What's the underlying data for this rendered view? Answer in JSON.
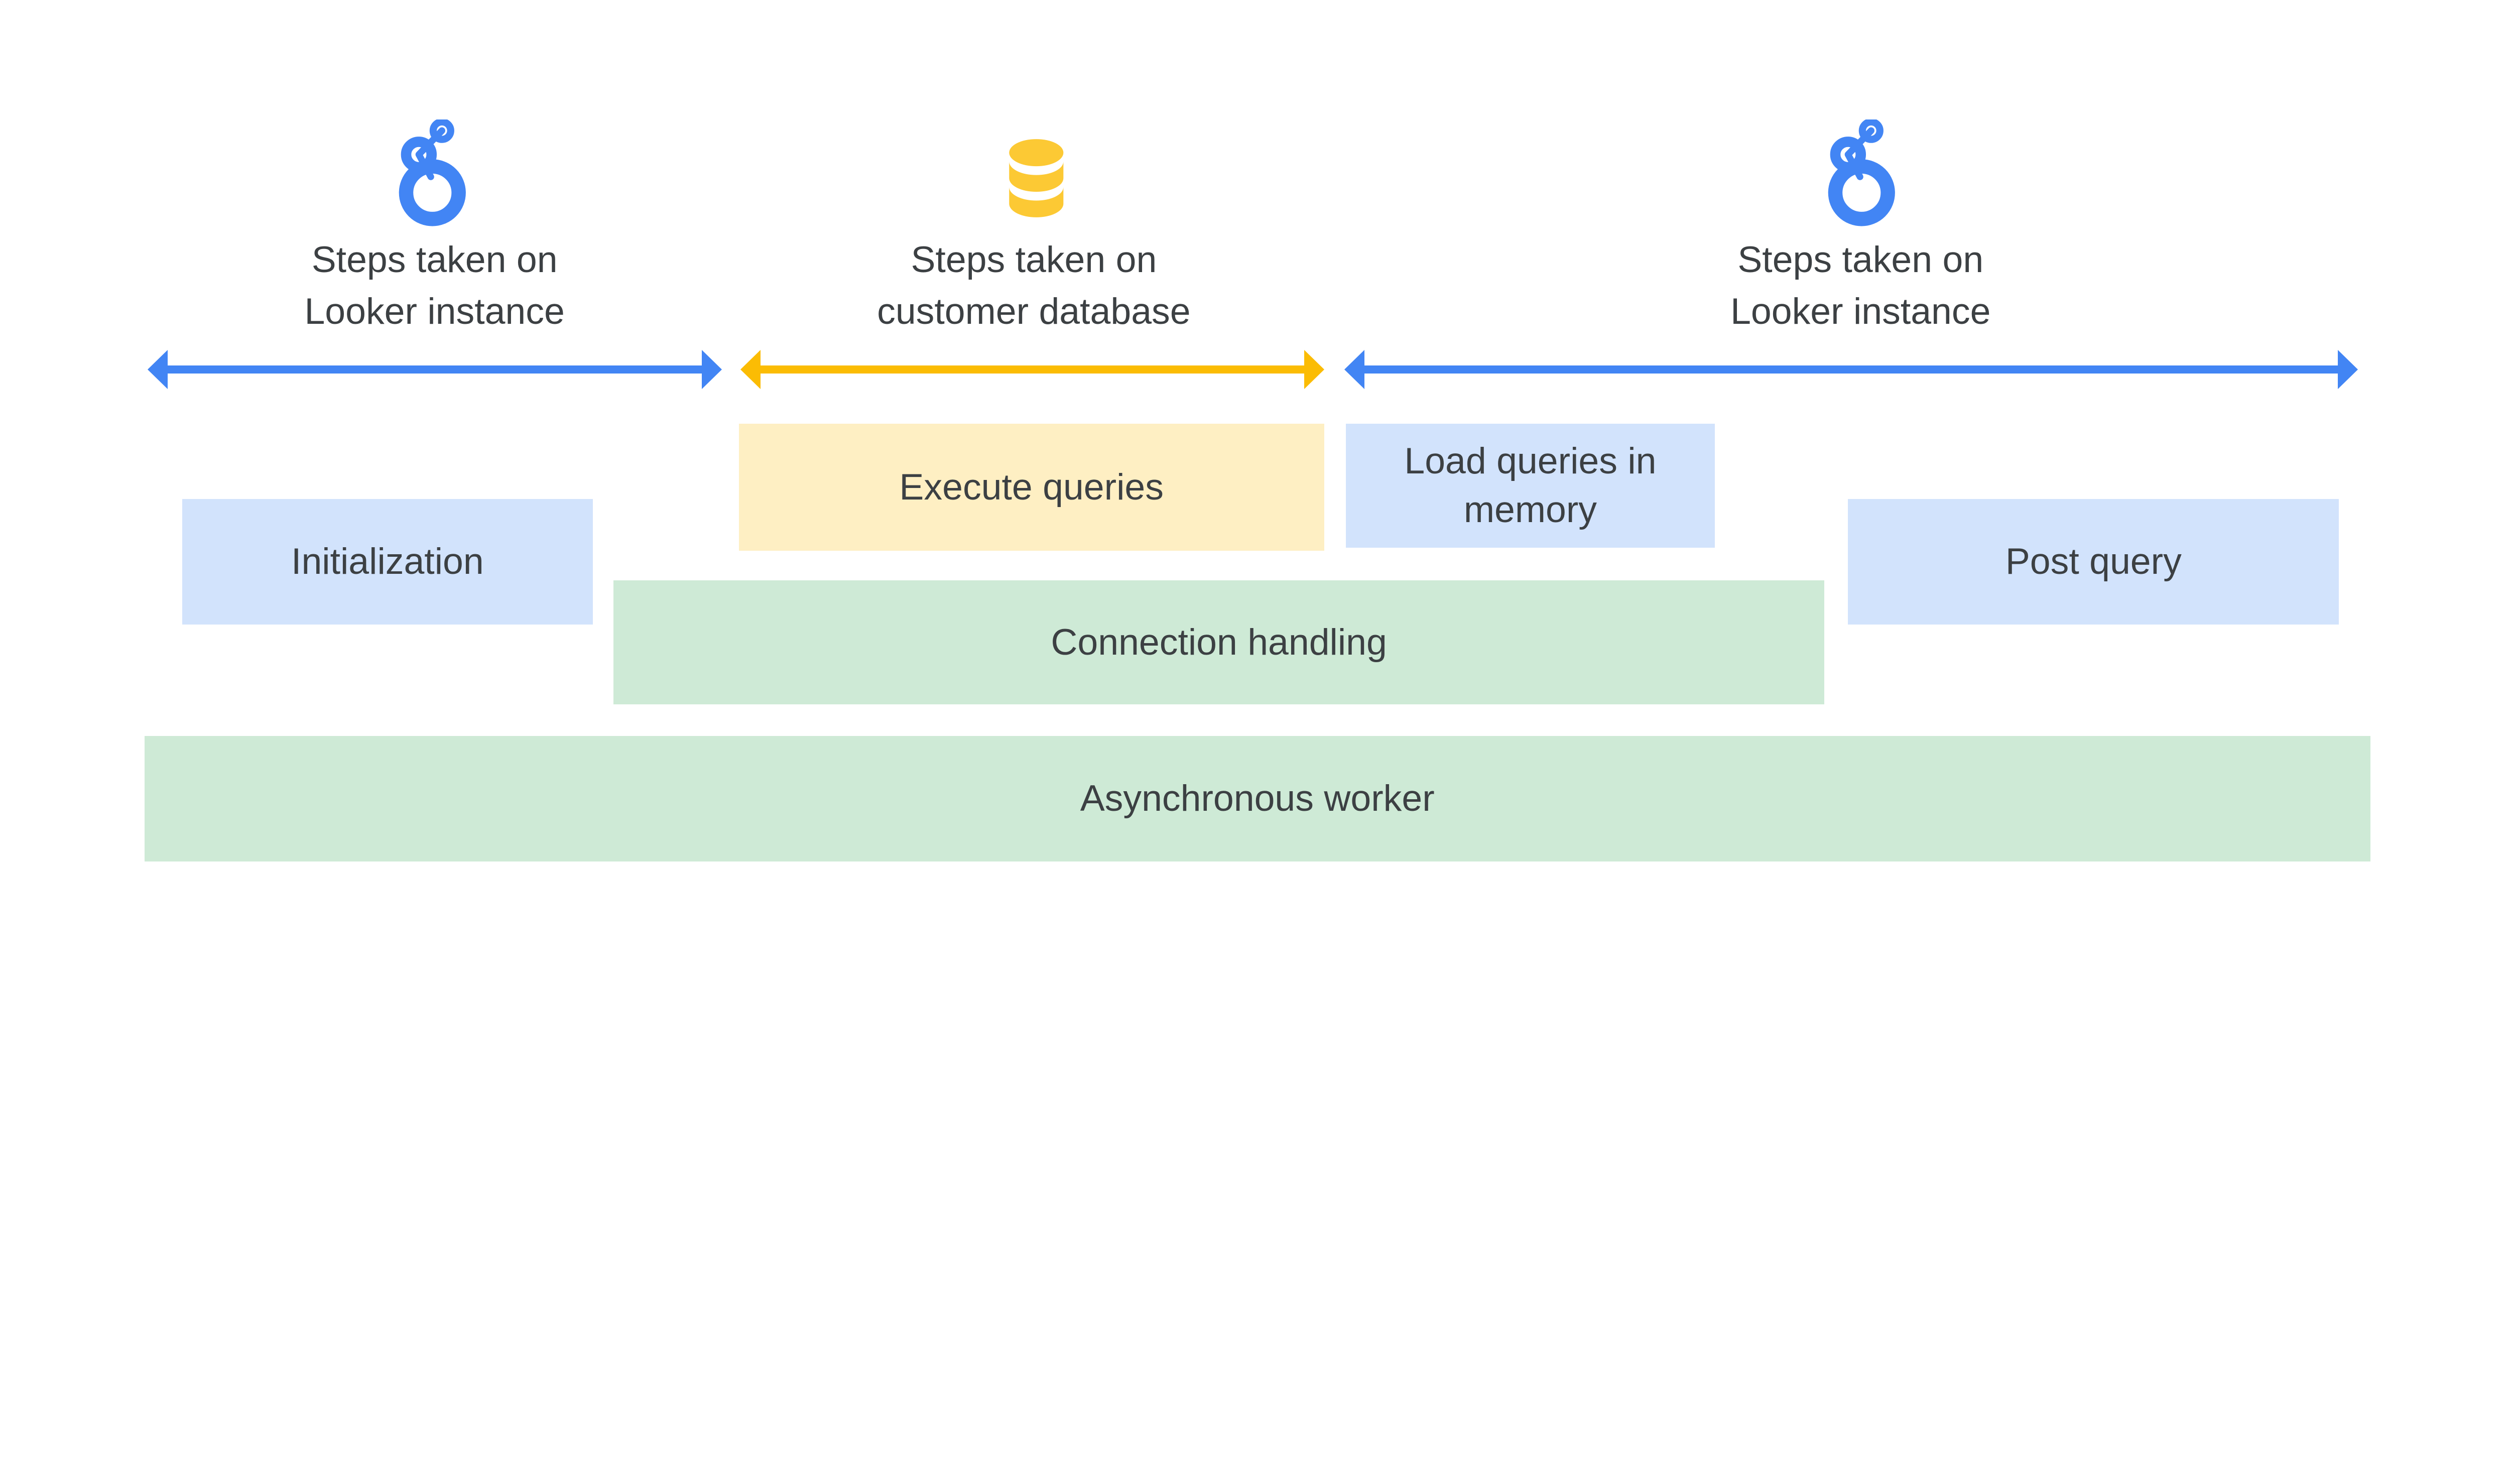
{
  "page": {
    "background": "#ffffff",
    "text_color": "#3c4043"
  },
  "colors": {
    "looker_blue": "#4285f4",
    "database_yellow": "#fcc934",
    "arrow_blue": "#4285f4",
    "arrow_yellow": "#fbbc04",
    "box_light_blue": "#d2e3fc",
    "box_light_yellow": "#feefc3",
    "box_light_green": "#ceead6"
  },
  "sections": {
    "left": {
      "icon": "looker-logo",
      "label_line1": "Steps taken on",
      "label_line2": "Looker instance",
      "arrow_color": "#4285f4"
    },
    "middle": {
      "icon": "database",
      "label_line1": "Steps taken on",
      "label_line2": "customer database",
      "arrow_color": "#fbbc04"
    },
    "right": {
      "icon": "looker-logo",
      "label_line1": "Steps taken on",
      "label_line2": "Looker instance",
      "arrow_color": "#4285f4"
    }
  },
  "boxes": {
    "initialization": {
      "label": "Initialization",
      "fill": "#d2e3fc"
    },
    "execute_queries": {
      "label": "Execute queries",
      "fill": "#feefc3"
    },
    "load_queries": {
      "label_line1": "Load queries in",
      "label_line2": "memory",
      "fill": "#d2e3fc"
    },
    "post_query": {
      "label": "Post query",
      "fill": "#d2e3fc"
    },
    "connection_handling": {
      "label": "Connection handling",
      "fill": "#ceead6"
    },
    "asynchronous_worker": {
      "label": "Asynchronous worker",
      "fill": "#ceead6"
    }
  }
}
